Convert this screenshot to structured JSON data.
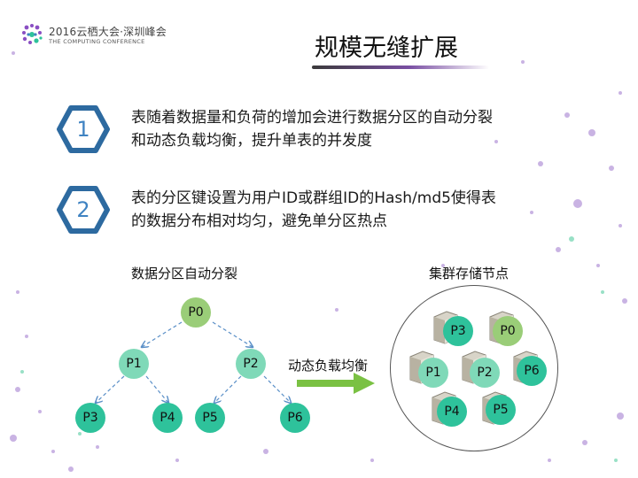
{
  "logo": {
    "line1": "2016云栖大会·深圳峰会",
    "line2": "THE COMPUTING CONFERENCE"
  },
  "title": "规模无缝扩展",
  "points": [
    {
      "number": "1",
      "lines": [
        "表随着数据量和负荷的增加会进行数据分区的自动分裂",
        "和动态负载均衡，提升单表的并发度"
      ]
    },
    {
      "number": "2",
      "lines": [
        "表的分区键设置为用户ID或群组ID的Hash/md5使得表",
        "的数据分布相对均匀，避免单分区热点"
      ]
    }
  ],
  "left_diagram": {
    "label": "数据分区自动分裂",
    "nodes": [
      "P0",
      "P1",
      "P2",
      "P3",
      "P4",
      "P5",
      "P6"
    ]
  },
  "arrow_label": "动态负载均衡",
  "right_diagram": {
    "label": "集群存储节点",
    "nodes": [
      "P3",
      "P0",
      "P1",
      "P2",
      "P6",
      "P4",
      "P5"
    ]
  },
  "colors": {
    "hexagon_stroke": "#2d6aa0",
    "hexagon_number": "#3f83c2",
    "node_light": "#7fd9b8",
    "node_olive": "#9acd78",
    "node_teal": "#2ec29b",
    "arrow_green": "#7ac143",
    "tree_line": "#5a8fc7"
  },
  "icons": {
    "logo": "conference-logo-icon",
    "hexagon": "hexagon-icon",
    "server": "server-icon"
  }
}
